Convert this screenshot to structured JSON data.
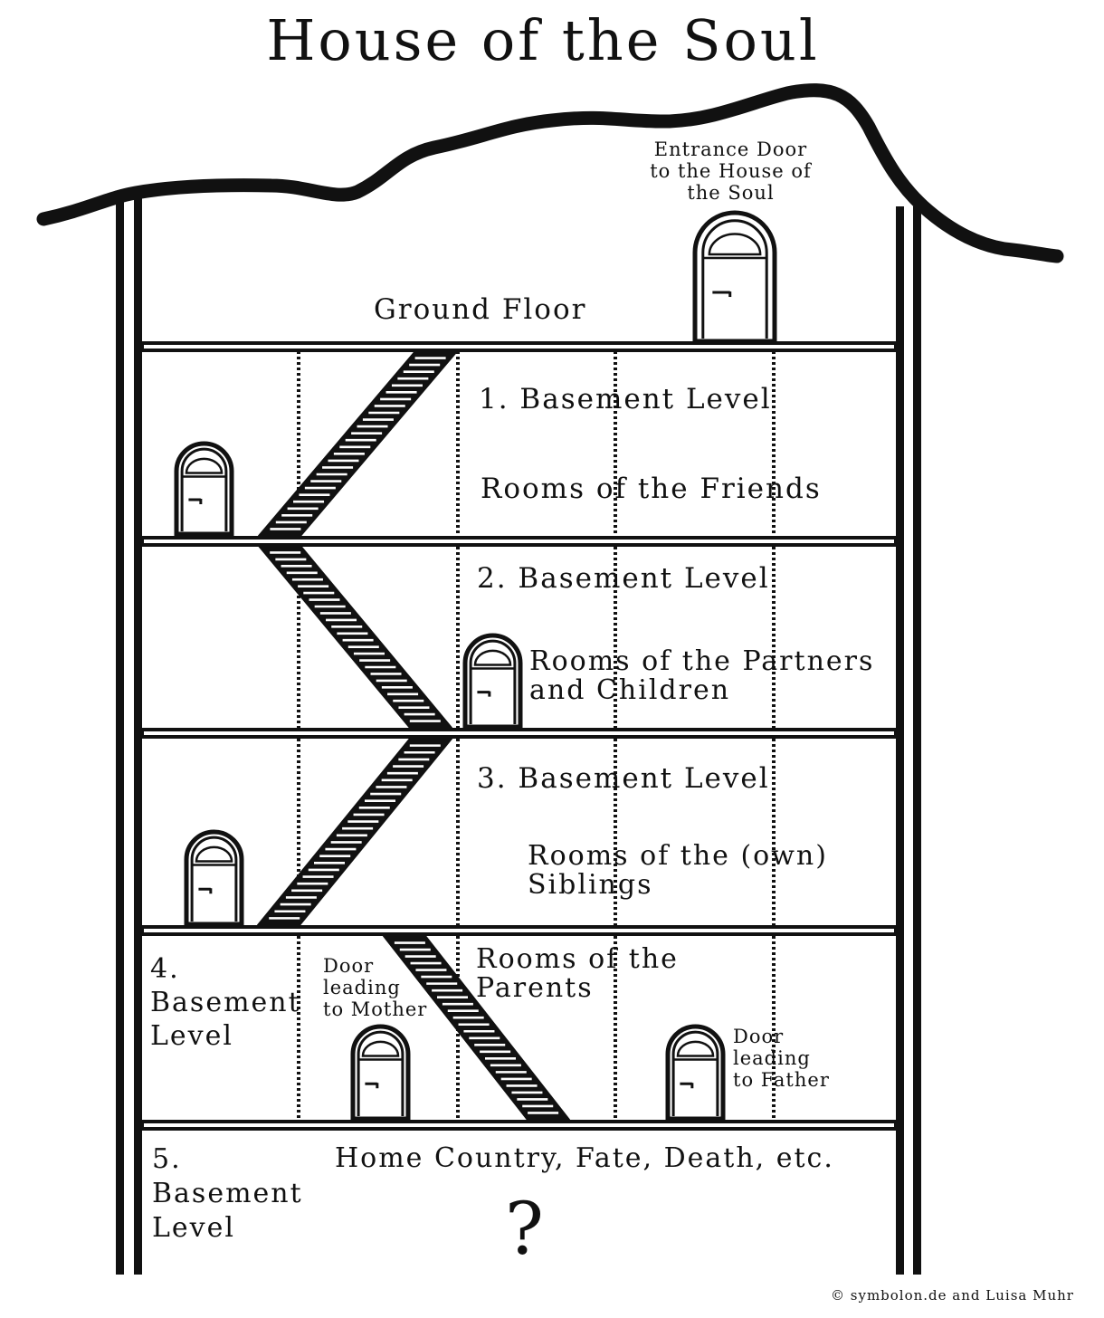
{
  "title": "House of the Soul",
  "entrance": {
    "label": "Entrance Door\nto the House of\nthe Soul"
  },
  "levels": [
    {
      "name": "Ground Floor"
    },
    {
      "name": "1. Basement Level",
      "rooms": "Rooms of the Friends"
    },
    {
      "name": "2. Basement Level",
      "rooms": "Rooms of the Partners\nand Children"
    },
    {
      "name": "3. Basement Level",
      "rooms": "Rooms of the (own)\nSiblings"
    },
    {
      "name": "4.\nBasement\nLevel",
      "rooms": "Rooms of the\nParents",
      "door_mother": "Door\nleading\nto Mother",
      "door_father": "Door\nleading\nto Father"
    },
    {
      "name": "5.\nBasement\nLevel",
      "rooms": "Home Country, Fate, Death, etc.",
      "mark": "?"
    }
  ],
  "copyright": "© symbolon.de and Luisa Muhr"
}
